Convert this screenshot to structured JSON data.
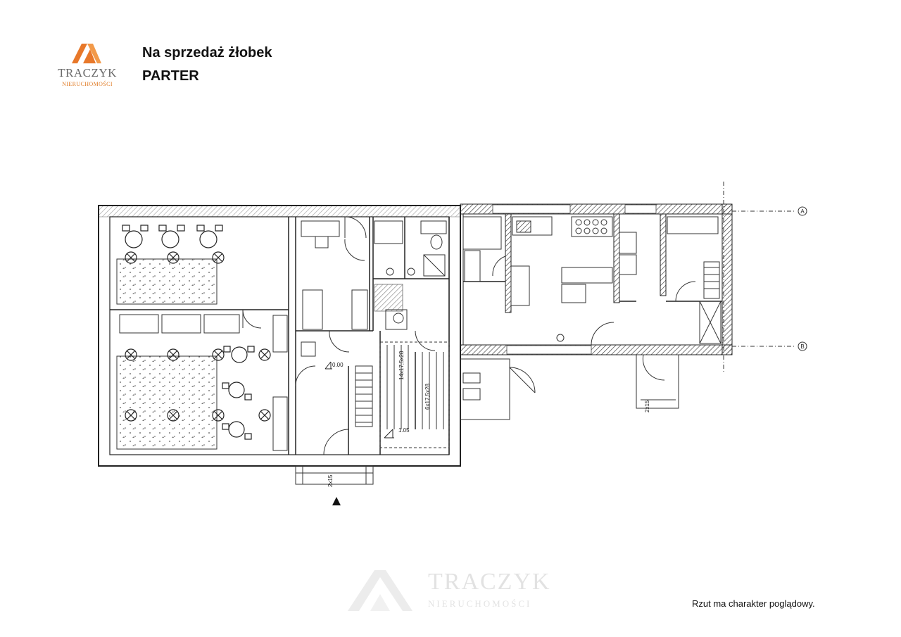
{
  "brand": {
    "name": "TRACZYK",
    "subtitle": "NIERUCHOMOŚCI",
    "accent_color": "#e8782a",
    "secondary_color": "#6b6b6b"
  },
  "header": {
    "title": "Na sprzedaż żłobek",
    "floor": "PARTER"
  },
  "plan": {
    "axis_a": "A",
    "axis_b": "B",
    "level_entrance": "0.00",
    "level_stairs": "1.05",
    "stairs_1": "14x17,5x28",
    "stairs_2": "6x17,5x28",
    "steps_entrance": "2x15",
    "steps_right": "2x15"
  },
  "footnote": "Rzut ma charakter poglądowy.",
  "watermark": {
    "name": "TRACZYK",
    "subtitle": "NIERUCHOMOŚCI"
  }
}
